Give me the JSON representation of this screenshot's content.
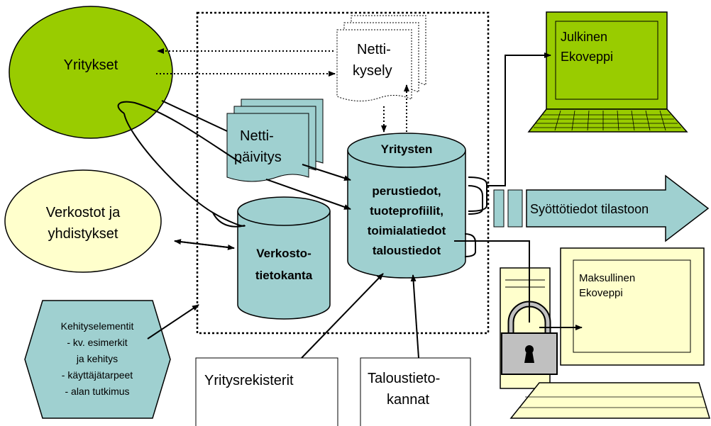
{
  "nodes": {
    "yritykset": "Yritykset",
    "verkostot_line1": "Verkostot ja",
    "verkostot_line2": "yhdistykset",
    "kehitys": [
      "Kehityselementit",
      "- kv. esimerkit",
      "ja kehitys",
      "- käyttäjätarpeet",
      "- alan tutkimus"
    ],
    "nettikysely_line1": "Netti-",
    "nettikysely_line2": "kysely",
    "nettipaivitys_line1": "Netti-",
    "nettipaivitys_line2": "päivitys",
    "yritysten_top": "Yritysten",
    "yritysten_lines": [
      "perustiedot,",
      "tuoteprofiilit,",
      "toimialatiedot",
      "taloustiedot"
    ],
    "verkosto_line1": "Verkosto-",
    "verkosto_line2": "tietokanta",
    "yritysrekisterit": "Yritysrekisterit",
    "taloustieto_line1": "Taloustieto-",
    "taloustieto_line2": "kannat",
    "julkinen_line1": "Julkinen",
    "julkinen_line2": "Ekoveppi",
    "syotto": "Syöttötiedot tilastoon",
    "maksullinen_line1": "Maksullinen",
    "maksullinen_line2": "Ekoveppi"
  },
  "colors": {
    "green": "#99cc00",
    "teal": "#9fd0d0",
    "cream": "#ffffcc",
    "lock": "#c0c0c0",
    "black": "#000000"
  }
}
